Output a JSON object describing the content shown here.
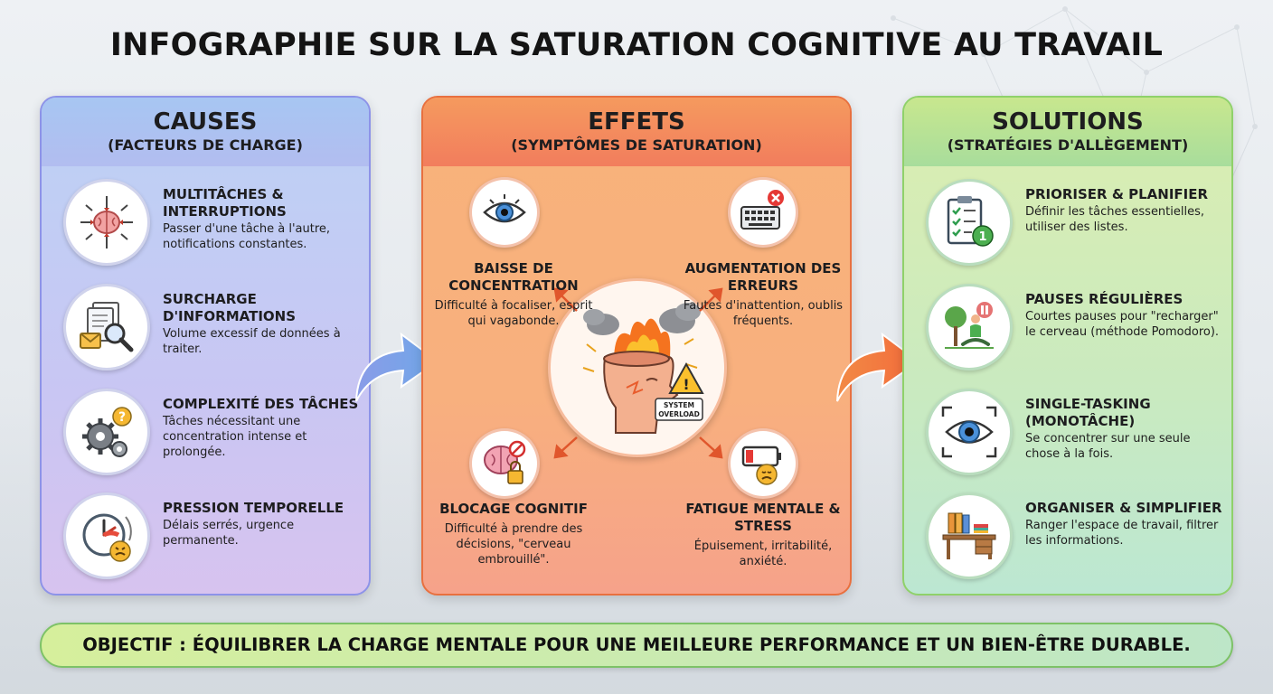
{
  "title": "INFOGRAPHIE SUR LA SATURATION COGNITIVE AU TRAVAIL",
  "causes": {
    "heading": "CAUSES",
    "subheading": "(FACTEURS DE CHARGE)",
    "items": [
      {
        "title": "MULTITÂCHES & INTERRUPTIONS",
        "desc": "Passer d'une tâche à l'autre, notifications constantes.",
        "icon": "brain-arrows-icon"
      },
      {
        "title": "SURCHARGE D'INFORMATIONS",
        "desc": "Volume excessif de données à traiter.",
        "icon": "documents-magnifier-icon"
      },
      {
        "title": "COMPLEXITÉ DES TÂCHES",
        "desc": "Tâches nécessitant une concentration intense et prolongée.",
        "icon": "gears-question-icon"
      },
      {
        "title": "PRESSION TEMPORELLE",
        "desc": "Délais serrés, urgence permanente.",
        "icon": "clock-stress-icon"
      }
    ]
  },
  "effects": {
    "heading": "EFFETS",
    "subheading": "(SYMPTÔMES DE SATURATION)",
    "center_label": "SYSTEM OVERLOAD",
    "items": [
      {
        "title": "BAISSE DE CONCENTRATION",
        "desc": "Difficulté à focaliser, esprit qui vagabonde.",
        "icon": "eye-icon"
      },
      {
        "title": "AUGMENTATION DES ERREURS",
        "desc": "Fautes d'inattention, oublis fréquents.",
        "icon": "keyboard-error-icon"
      },
      {
        "title": "BLOCAGE COGNITIF",
        "desc": "Difficulté à prendre des décisions, \"cerveau embrouillé\".",
        "icon": "brain-lock-icon"
      },
      {
        "title": "FATIGUE MENTALE & STRESS",
        "desc": "Épuisement, irritabilité, anxiété.",
        "icon": "low-battery-icon"
      }
    ]
  },
  "solutions": {
    "heading": "SOLUTIONS",
    "subheading": "(STRATÉGIES D'ALLÈGEMENT)",
    "items": [
      {
        "title": "PRIORISER & PLANIFIER",
        "desc": "Définir les tâches essentielles, utiliser des listes.",
        "icon": "checklist-icon"
      },
      {
        "title": "PAUSES RÉGULIÈRES",
        "desc": "Courtes pauses pour \"recharger\" le cerveau (méthode Pomodoro).",
        "icon": "meditation-pause-icon"
      },
      {
        "title": "SINGLE-TASKING (MONOTÂCHE)",
        "desc": "Se concentrer sur une seule chose à la fois.",
        "icon": "focus-eye-icon"
      },
      {
        "title": "ORGANISER & SIMPLIFIER",
        "desc": "Ranger l'espace de travail, filtrer les informations.",
        "icon": "desk-organize-icon"
      }
    ]
  },
  "banner": "OBJECTIF : ÉQUILIBRER LA CHARGE MENTALE POUR UNE MEILLEURE PERFORMANCE ET UN BIEN-ÊTRE DURABLE.",
  "colors": {
    "causes": "#8d93e8",
    "effects": "#e8703f",
    "solutions": "#8fd16a"
  }
}
